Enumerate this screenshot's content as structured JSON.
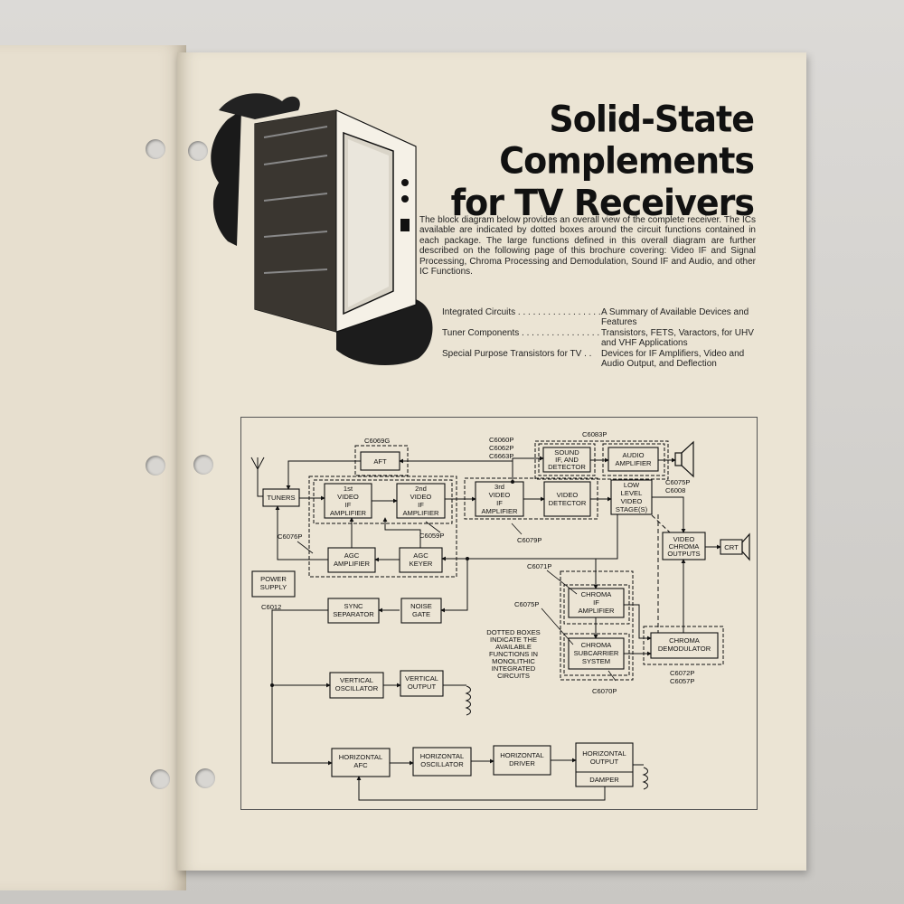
{
  "page": {
    "title_line1": "Solid-State Complements",
    "title_line2": "for TV Receivers",
    "intro": "The block diagram below provides an overall view of the complete receiver. The ICs available are indicated by dotted boxes around the circuit functions contained in each package. The large functions defined in this overall diagram are further described on the following page of this brochure covering: Video IF and Signal Processing, Chroma Processing and Demodulation, Sound IF and Audio, and other IC Functions."
  },
  "toc": [
    {
      "label": "Integrated Circuits . . . . . . . . . . . . . . . . .",
      "desc": "A Summary of Available Devices and Features"
    },
    {
      "label": "Tuner Components . . . . . . . . . . . . . . . .",
      "desc": "Transistors, FETS, Varactors, for UHV and VHF Applications"
    },
    {
      "label": "Special Purpose Transistors for TV . .",
      "desc": "Devices for IF Amplifiers, Video and Audio Output, and Deflection"
    }
  ],
  "diagram": {
    "blocks": {
      "aft": "AFT",
      "tuners": "TUNERS",
      "vif1": [
        "1st",
        "VIDEO",
        "IF",
        "AMPLIFIER"
      ],
      "vif2": [
        "2nd",
        "VIDEO",
        "IF",
        "AMPLIFIER"
      ],
      "vif3": [
        "3rd",
        "VIDEO",
        "IF",
        "AMPLIFIER"
      ],
      "sound": [
        "SOUND",
        "IF, AND",
        "DETECTOR"
      ],
      "audio": [
        "AUDIO",
        "AMPLIFIER"
      ],
      "videodet": [
        "VIDEO",
        "DETECTOR"
      ],
      "lowlevel": [
        "LOW",
        "LEVEL",
        "VIDEO",
        "STAGE(S)"
      ],
      "vcout": [
        "VIDEO",
        "CHROMA",
        "OUTPUTS"
      ],
      "crt": "CRT",
      "agcamp": [
        "AGC",
        "AMPLIFIER"
      ],
      "agckey": [
        "AGC",
        "KEYER"
      ],
      "power": [
        "POWER",
        "SUPPLY"
      ],
      "sync": [
        "SYNC",
        "SEPARATOR"
      ],
      "noise": [
        "NOISE",
        "GATE"
      ],
      "chromaif": [
        "CHROMA",
        "IF",
        "AMPLIFIER"
      ],
      "chromasub": [
        "CHROMA",
        "SUBCARRIER",
        "SYSTEM"
      ],
      "chromademod": [
        "CHROMA",
        "DEMODULATOR"
      ],
      "vosc": [
        "VERTICAL",
        "OSCILLATOR"
      ],
      "vout": [
        "VERTICAL",
        "OUTPUT"
      ],
      "hafc": [
        "HORIZONTAL",
        "AFC"
      ],
      "hosc": [
        "HORIZONTAL",
        "OSCILLATOR"
      ],
      "hdrv": [
        "HORIZONTAL",
        "DRIVER"
      ],
      "hout": [
        "HORIZONTAL",
        "OUTPUT"
      ],
      "damper": "DAMPER"
    },
    "labels": {
      "c6069g": "C6069G",
      "c6060": [
        "C6060P",
        "C6062P",
        "C6663P"
      ],
      "c6083": "C6083P",
      "c6075a": "C6075P",
      "c6008": "C6008",
      "c6076": "C6076P",
      "c6059": "C6059P",
      "c6079": "C6079P",
      "c6071": "C6071P",
      "c6012": "C6012",
      "c6075b": "C6075P",
      "dotted": [
        "DOTTED BOXES",
        "INDICATE THE",
        "AVAILABLE",
        "FUNCTIONS IN",
        "MONOLITHIC",
        "INTEGRATED",
        "CIRCUITS"
      ],
      "c6072": [
        "C6072P",
        "C6057P"
      ],
      "c6070": "C6070P"
    }
  },
  "colors": {
    "paper": "#ebe4d4",
    "ink": "#111111"
  }
}
